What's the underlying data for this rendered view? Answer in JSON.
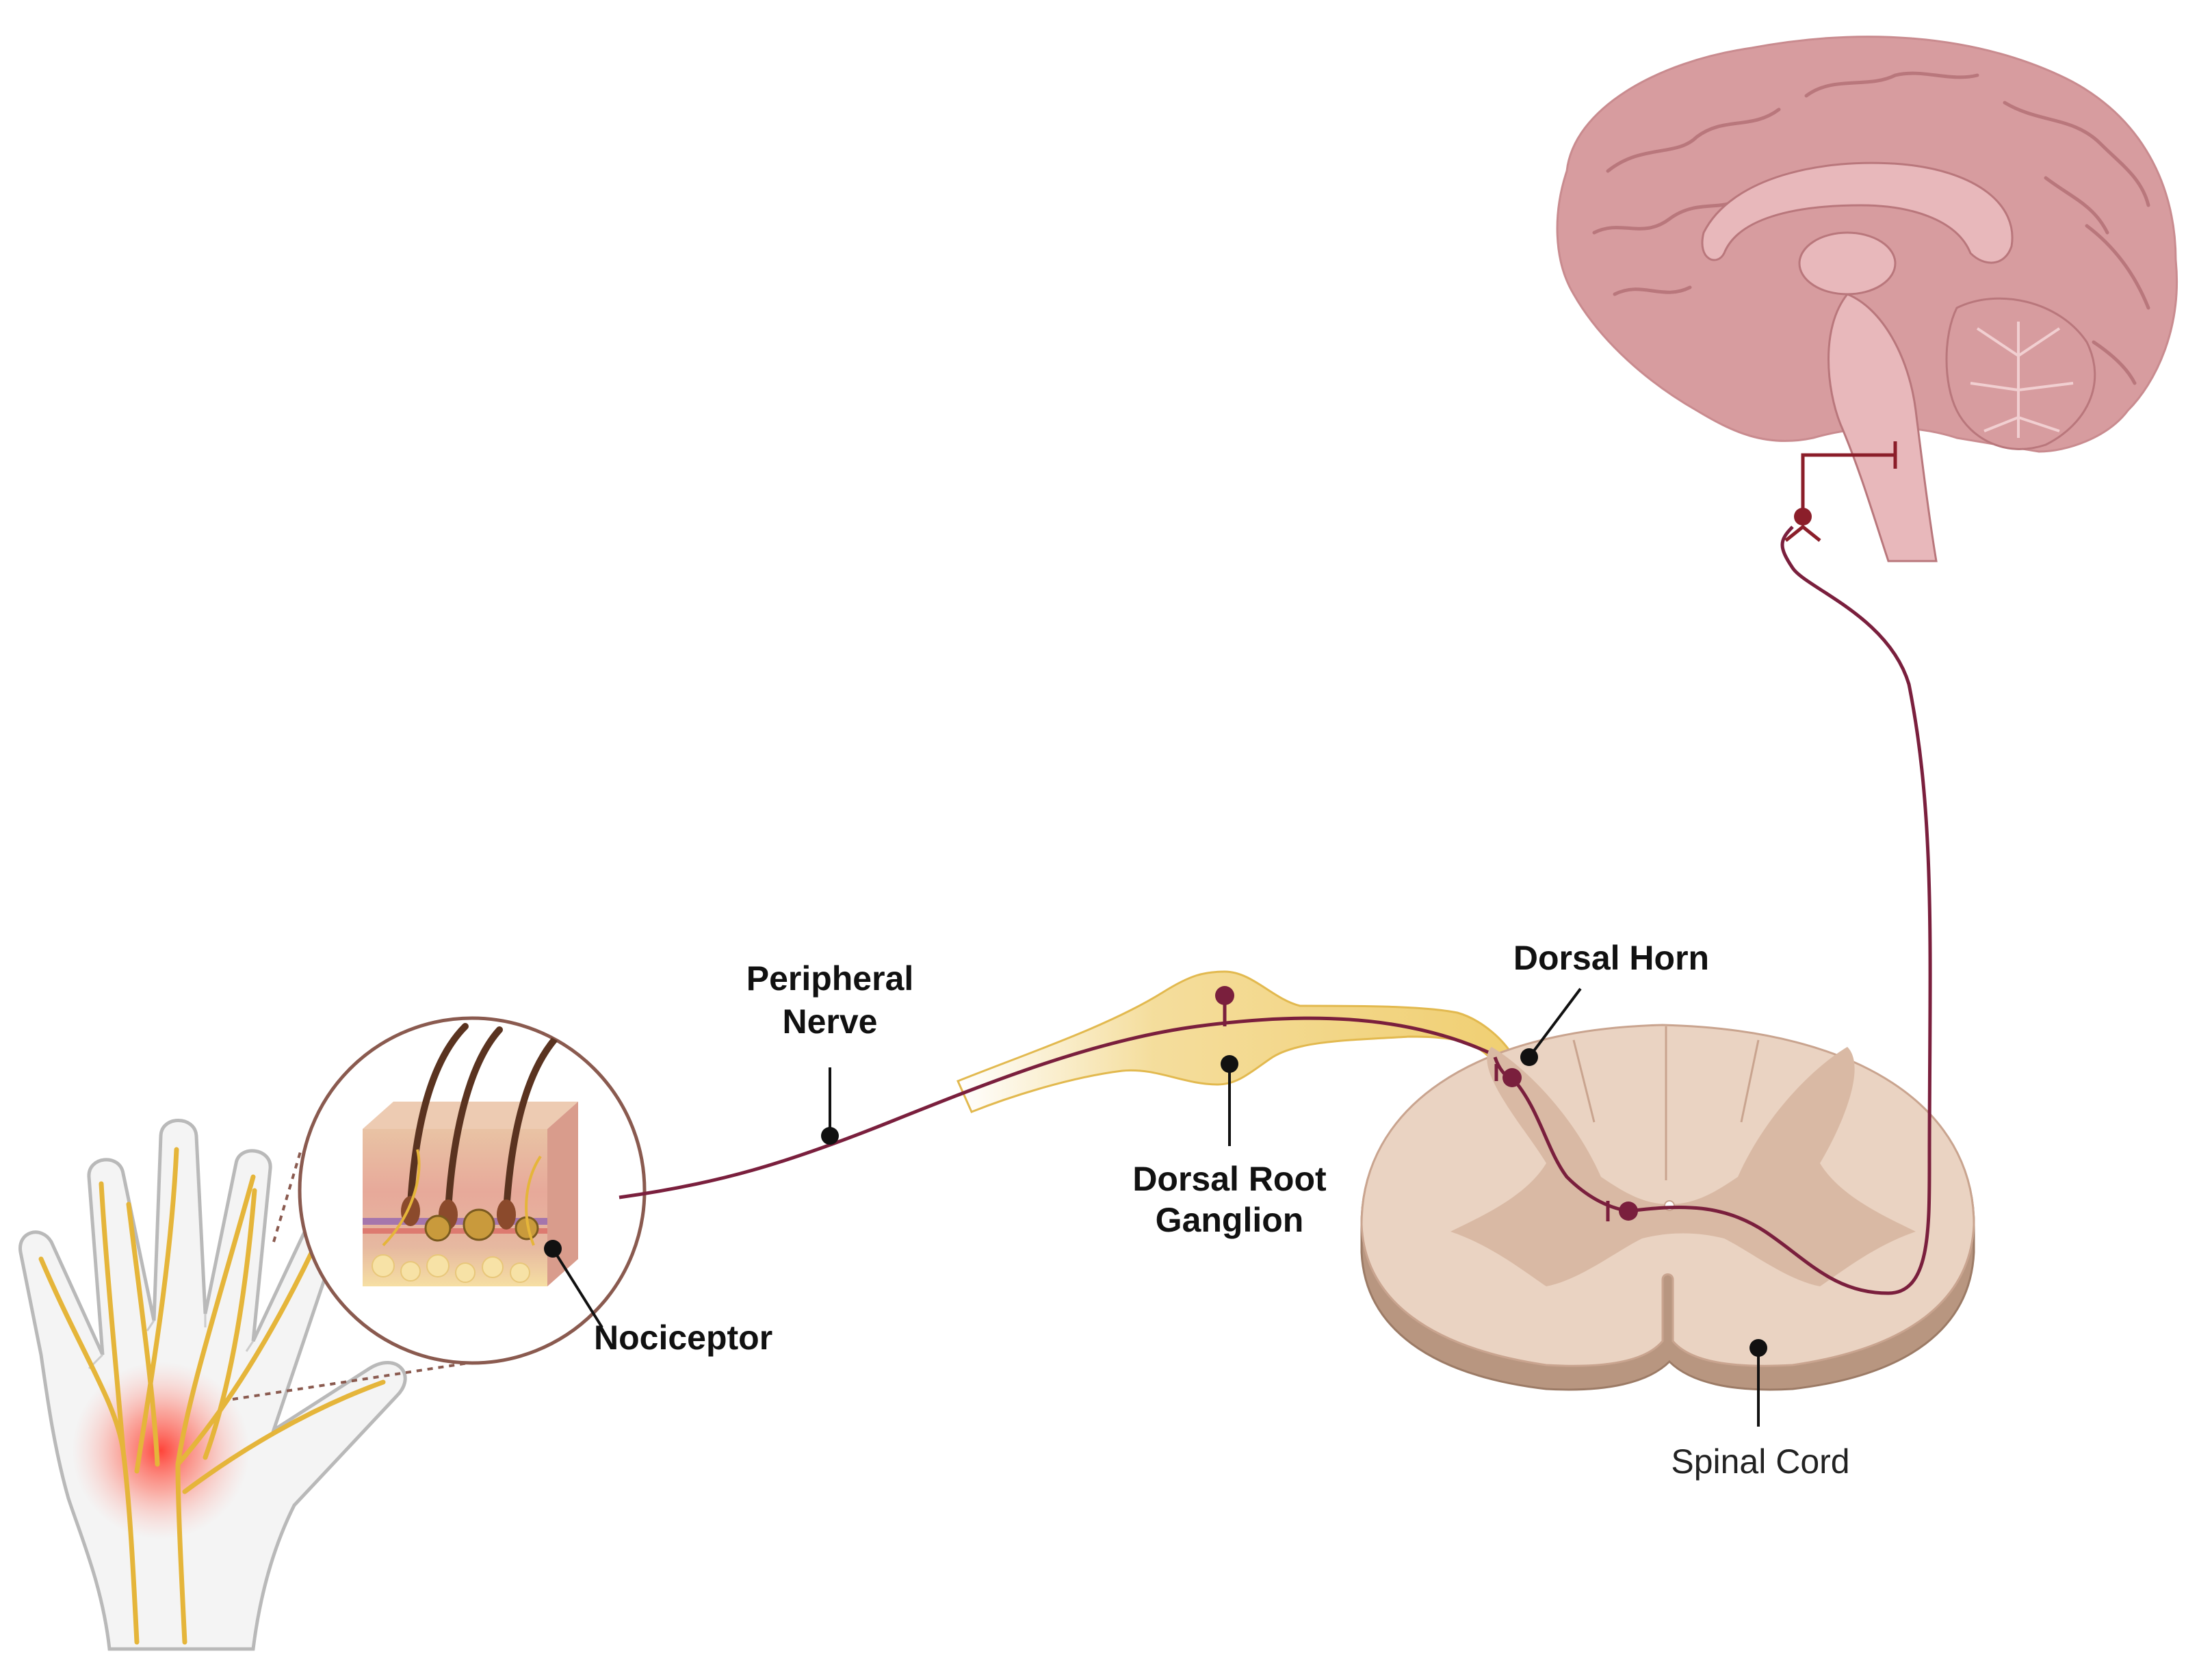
{
  "diagram": {
    "labels": {
      "peripheral_nerve_line1": "Peripheral",
      "peripheral_nerve_line2": "Nerve",
      "nociceptor": "Nociceptor",
      "drg_line1": "Dorsal Root",
      "drg_line2": "Ganglion",
      "dorsal_horn": "Dorsal Horn",
      "spinal_cord": "Spinal Cord"
    },
    "colors": {
      "neuron": "#7a1f3d",
      "ganglion": "#f0cf72",
      "spinal_light": "#ead3c2",
      "spinal_dark": "#d9b9a4",
      "spinal_side": "#b89680",
      "brain": "#d79c9f",
      "brain_dark": "#b9777c",
      "skin_circle": "#8a5a4f",
      "hand_outline": "#b9b9b9",
      "hand_nerve": "#e5b53a",
      "pain_glow": "#ff3b30"
    },
    "icons": [
      "hand-icon",
      "skin-layers-icon",
      "brain-icon",
      "spinal-cord-icon"
    ]
  }
}
